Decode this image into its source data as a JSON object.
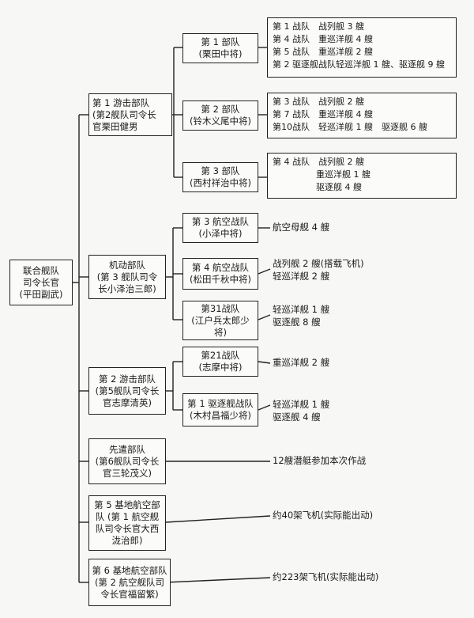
{
  "root": {
    "lines": [
      "联合舰队",
      "司令长官",
      "(平田副武)"
    ]
  },
  "groups": [
    {
      "lines": [
        "第 1 游击部队",
        "(第2舰队司令长",
        "官栗田健男"
      ],
      "subunits": [
        {
          "lines": [
            "第 1 部队",
            "(栗田中将)"
          ],
          "details": [
            "第 1 战队　战列舰 3 艘",
            "第 4 战队　重巡洋舰 4 艘",
            "第 5 战队　重巡洋舰 2 艘",
            "第 2 驱逐舰战队轻巡洋舰 1 艘、驱逐舰 9 艘"
          ]
        },
        {
          "lines": [
            "第 2 部队",
            "(铃木义尾中将)"
          ],
          "details": [
            "第 3 战队　战列舰 2 艘",
            "第 7 战队　重巡洋舰 4 艘",
            "第10战队　轻巡洋舰 1 艘　驱逐舰 6 艘"
          ]
        },
        {
          "lines": [
            "第 3 部队",
            "(西村祥治中将)"
          ],
          "details": [
            "第 4 战队　战列舰 2 艘",
            "　　　　　重巡洋舰 1 艘",
            "　　　　　驱逐舰 4 艘"
          ]
        }
      ]
    },
    {
      "lines": [
        "机动部队",
        "(第 3 舰队司令",
        "长小泽治三郎)"
      ],
      "subunits": [
        {
          "lines": [
            "第 3 航空战队",
            "(小泽中将)"
          ],
          "details": [
            "航空母舰 4 艘"
          ]
        },
        {
          "lines": [
            "第 4 航空战队",
            "(松田千秋中将)"
          ],
          "details": [
            "战列舰 2 艘(搭载飞机)",
            "轻巡洋舰 2 艘"
          ]
        },
        {
          "lines": [
            "第31战队",
            "(江户兵太郎少",
            "将)"
          ],
          "details": [
            "轻巡洋舰 1 艘",
            "驱逐舰 8 艘"
          ]
        }
      ]
    },
    {
      "lines": [
        "第 2 游击部队",
        "(第5舰队司令长",
        "官志摩清英)"
      ],
      "subunits": [
        {
          "lines": [
            "第21战队",
            "(志摩中将)"
          ],
          "details": [
            "重巡洋舰 2 艘"
          ]
        },
        {
          "lines": [
            "第 1 驱逐舰战队",
            "(木村昌福少将)"
          ],
          "details": [
            "轻巡洋舰 1 艘",
            "驱逐舰 4 艘"
          ]
        }
      ]
    },
    {
      "lines": [
        "先遣部队",
        "(第6舰队司令长",
        "官三轮茂义)"
      ],
      "details": [
        "12艘潜艇参加本次作战"
      ]
    },
    {
      "lines": [
        "第 5 基地航空部",
        "队 (第 1 航空舰",
        "队司令长官大西",
        "泷治郎)"
      ],
      "details": [
        "约40架飞机(实际能出动)"
      ]
    },
    {
      "lines": [
        "第 6 基地航空部队",
        "(第 2 航空舰队司",
        "令长官福留繁)"
      ],
      "details": [
        "约223架飞机(实际能出动)"
      ]
    }
  ]
}
